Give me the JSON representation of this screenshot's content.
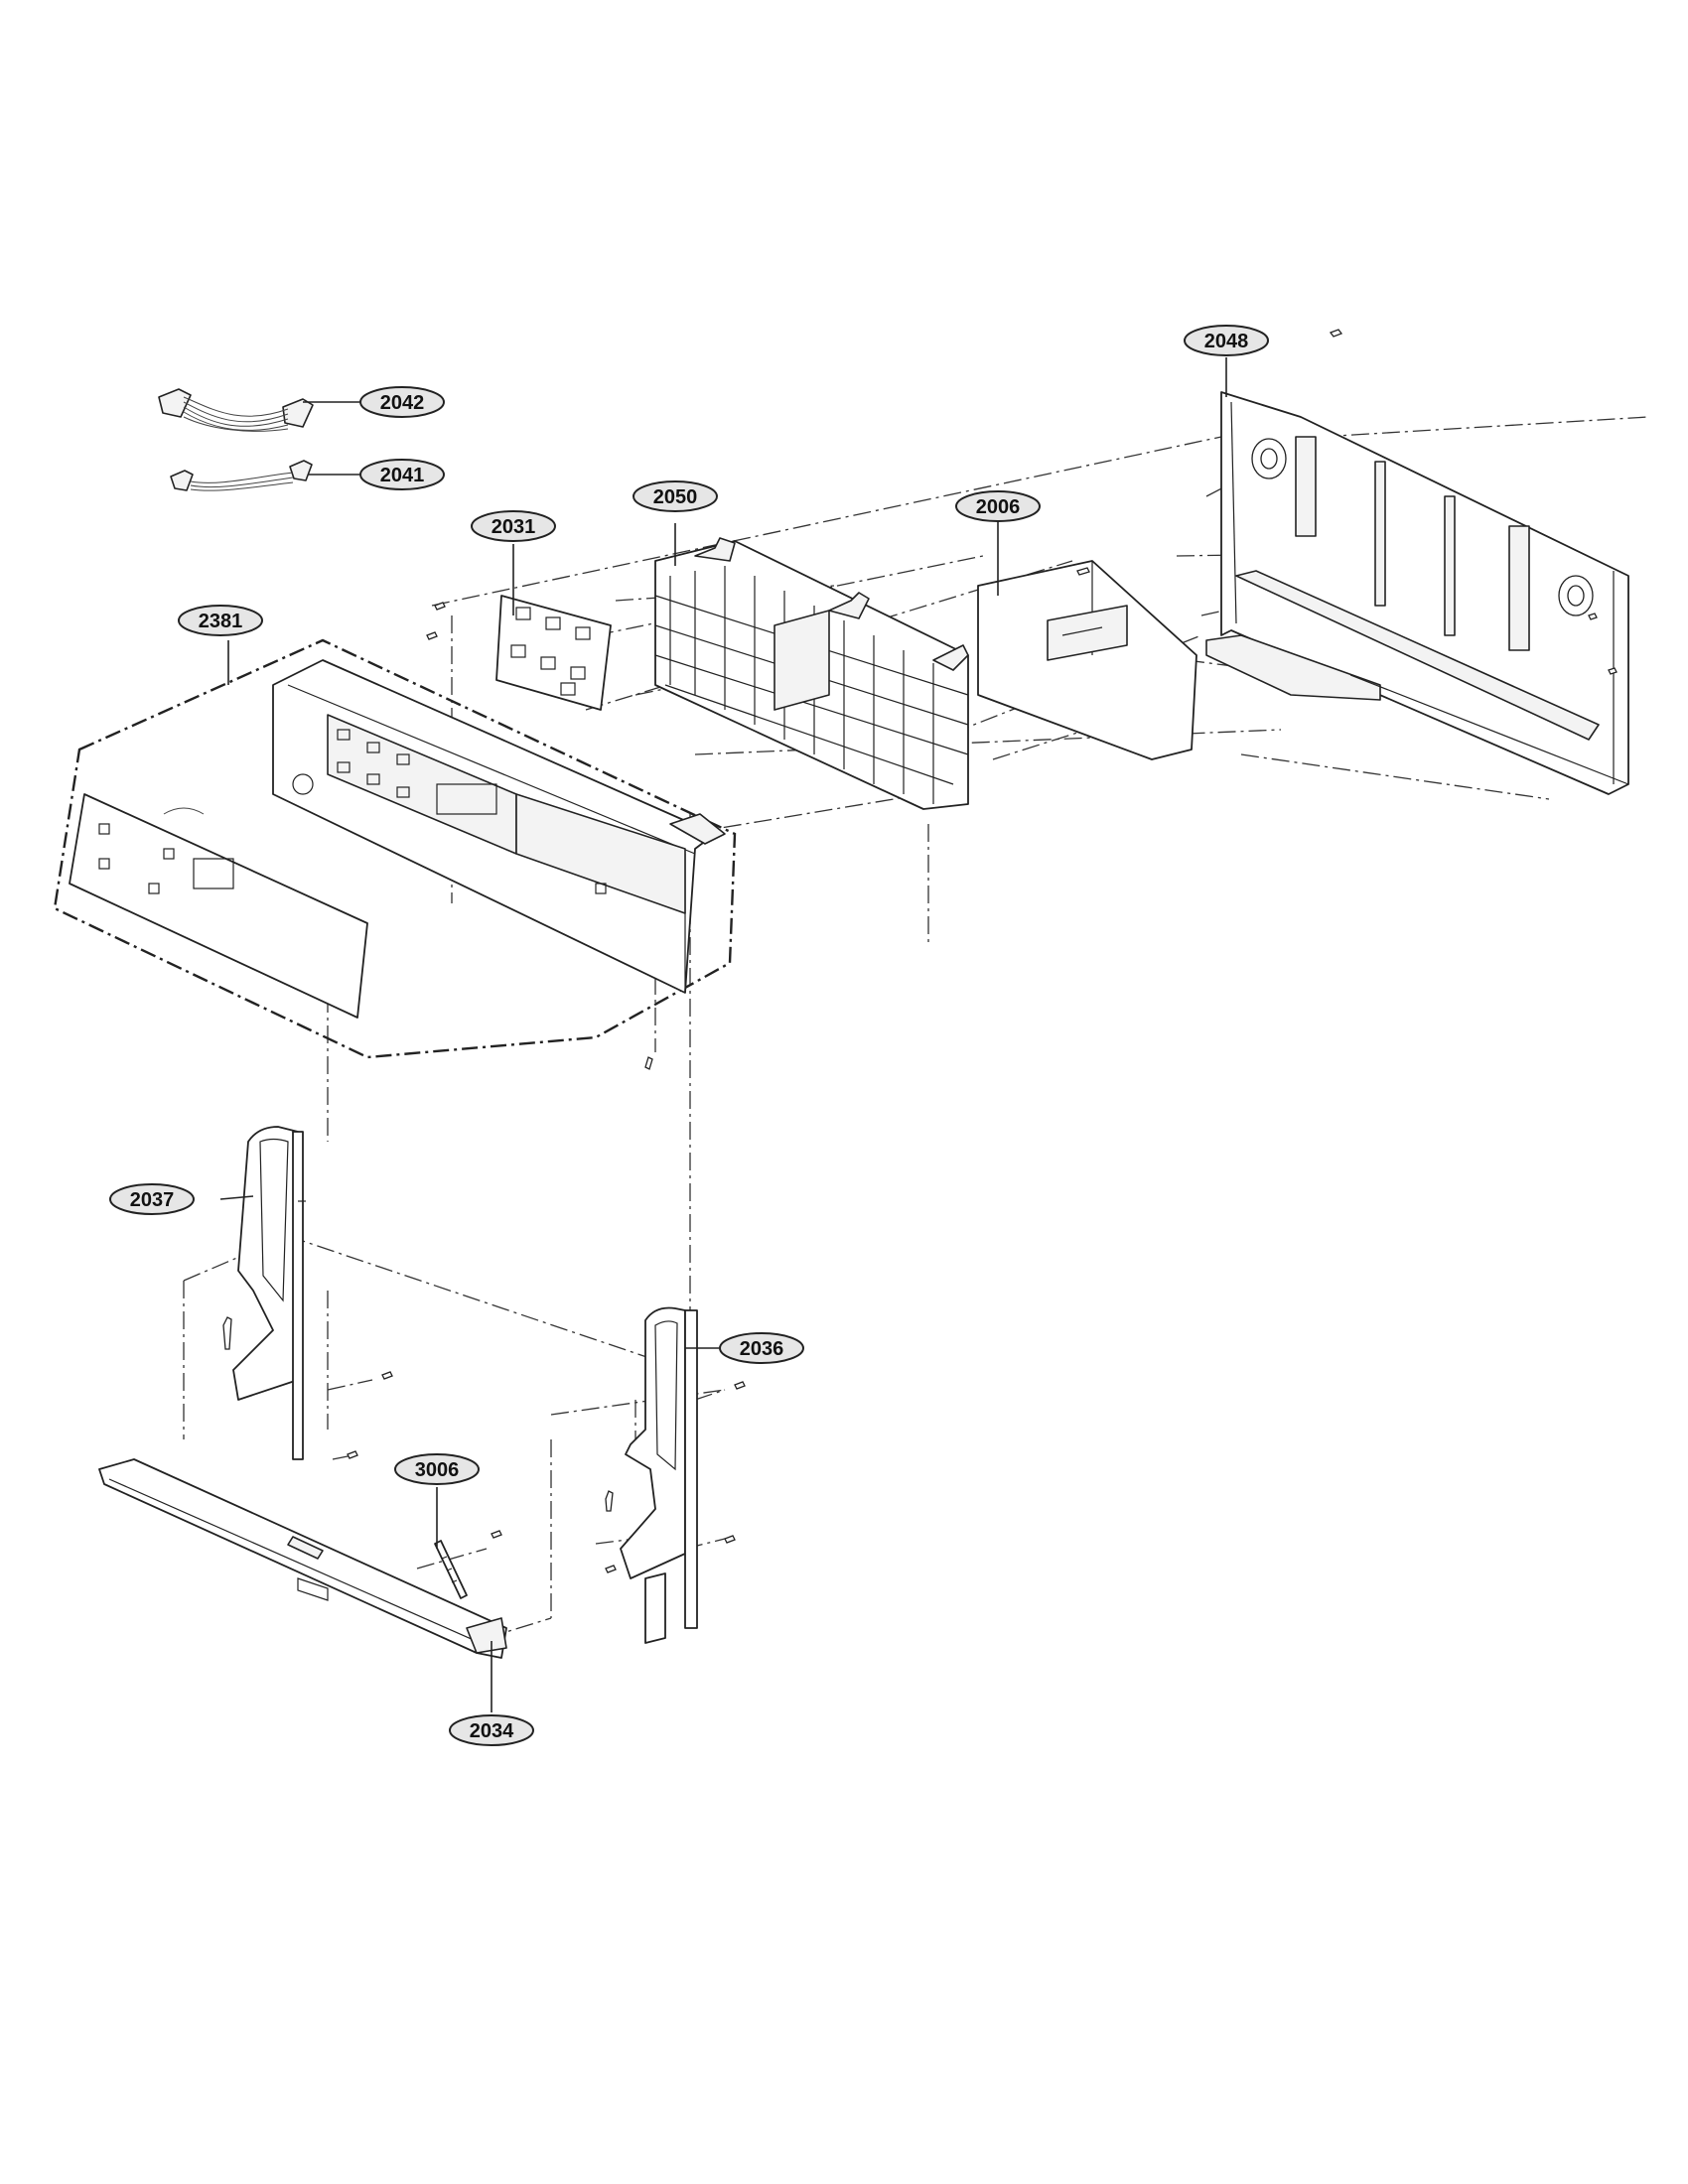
{
  "diagram": {
    "callouts": [
      {
        "id": "2042",
        "label": "2042"
      },
      {
        "id": "2041",
        "label": "2041"
      },
      {
        "id": "2048",
        "label": "2048"
      },
      {
        "id": "2050",
        "label": "2050"
      },
      {
        "id": "2006",
        "label": "2006"
      },
      {
        "id": "2031",
        "label": "2031"
      },
      {
        "id": "2381",
        "label": "2381"
      },
      {
        "id": "2037",
        "label": "2037"
      },
      {
        "id": "2036",
        "label": "2036"
      },
      {
        "id": "3006",
        "label": "3006"
      },
      {
        "id": "2034",
        "label": "2034"
      }
    ]
  }
}
